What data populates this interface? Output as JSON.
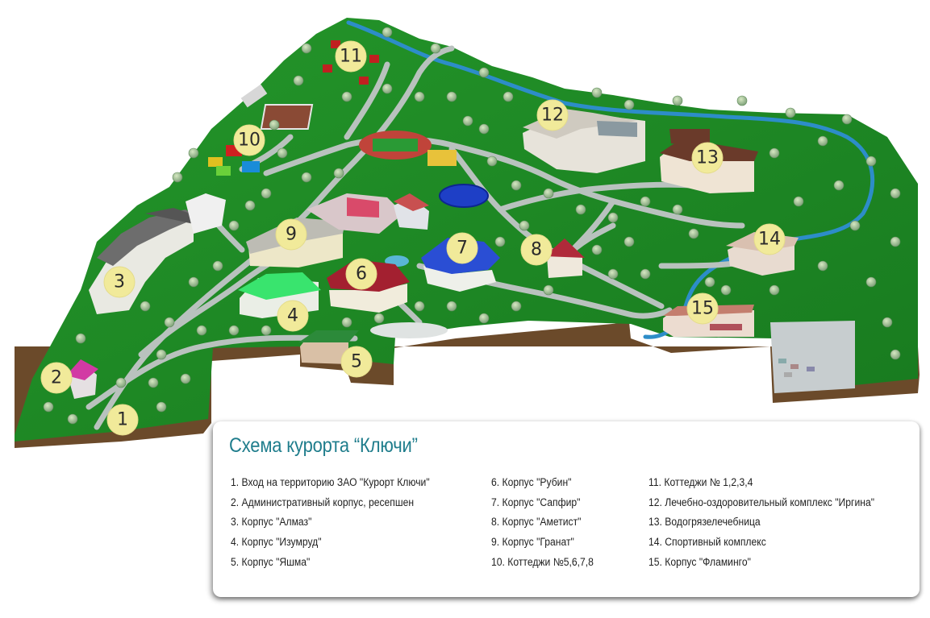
{
  "map": {
    "title": "Схема курорта “Ключи”",
    "colors": {
      "grass": "#1f8a1c",
      "grass_dark": "#17701a",
      "path": "#b9c2be",
      "river": "#2d8dc8",
      "soil": "#6b4a2a",
      "marker": "#f1ea9a",
      "title": "#1f7d8c"
    },
    "markers": [
      "1",
      "2",
      "3",
      "4",
      "5",
      "6",
      "7",
      "8",
      "9",
      "10",
      "11",
      "12",
      "13",
      "14",
      "15"
    ],
    "legend": {
      "col1": [
        "1. Вход на территорию ЗАО \"Курорт Ключи\"",
        "2. Административный корпус, ресепшен",
        "3. Корпус \"Алмаз\"",
        "4. Корпус \"Изумруд\"",
        "5. Корпус \"Яшма\""
      ],
      "col2": [
        "6. Корпус \"Рубин\"",
        "7. Корпус \"Сапфир\"",
        "8. Корпус \"Аметист\"",
        "9. Корпус \"Гранат\"",
        "10. Коттеджи №5,6,7,8"
      ],
      "col3": [
        "11. Коттеджи № 1,2,3,4",
        "12. Лечебно-оздоровительный комплекс \"Иргина\"",
        "13. Водогрязелечебница",
        "14. Спортивный комплекс",
        "15. Корпус \"Фламинго\""
      ]
    }
  }
}
